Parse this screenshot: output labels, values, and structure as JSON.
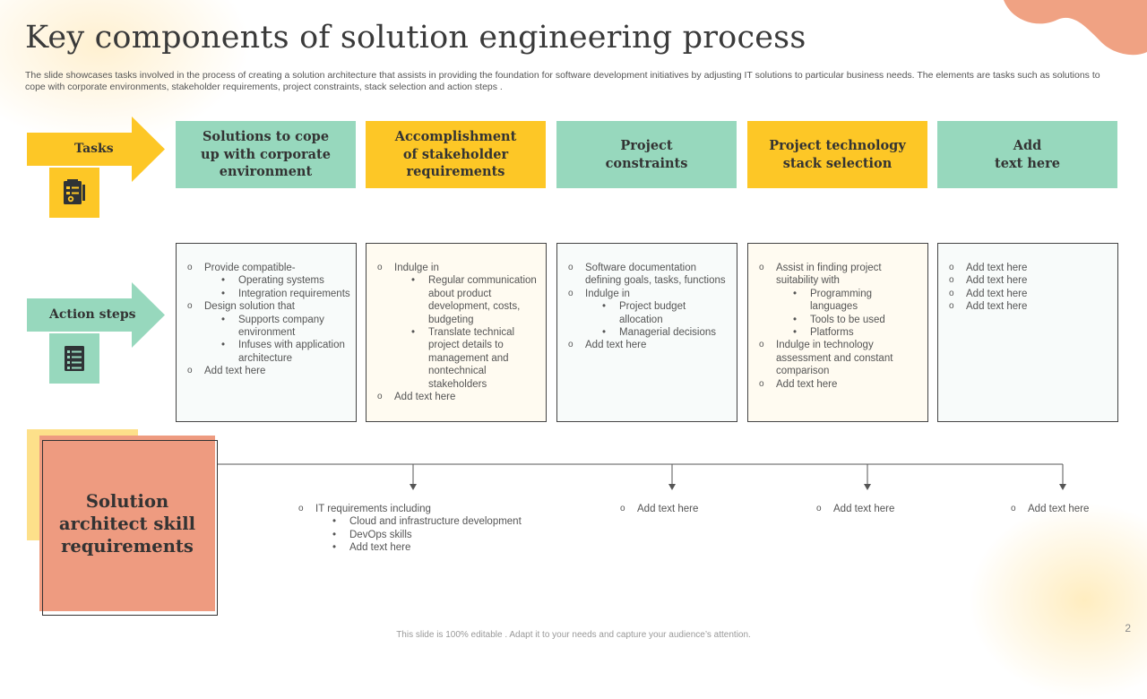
{
  "title": "Key components of solution engineering process",
  "description": "The slide showcases tasks involved in the process of creating a solution architecture that assists in providing the foundation for software development initiatives by adjusting IT solutions to particular business needs. The elements are tasks such as solutions to cope with corporate environments, stakeholder requirements, project constraints, stack selection and action steps .",
  "tasks_label": "Tasks",
  "action_steps_label": "Action steps",
  "columns": [
    {
      "heading": [
        "Solutions to cope",
        "up with corporate",
        "environment"
      ]
    },
    {
      "heading": [
        "Accomplishment",
        "of stakeholder",
        "requirements"
      ]
    },
    {
      "heading": [
        "Project",
        "constraints"
      ]
    },
    {
      "heading": [
        "Project technology",
        "stack selection"
      ]
    },
    {
      "heading": [
        "Add",
        "text here"
      ]
    }
  ],
  "action_items": [
    [
      {
        "text": "Provide compatible-",
        "sub": [
          "Operating systems",
          "Integration requirements"
        ]
      },
      {
        "text": "Design solution that",
        "sub": [
          "Supports company environment",
          "Infuses with application architecture"
        ]
      },
      {
        "text": " Add text here",
        "sub": []
      }
    ],
    [
      {
        "text": "Indulge in",
        "sub": [
          "Regular communication about product development, costs, budgeting",
          "Translate technical project details to management and nontechnical stakeholders"
        ]
      },
      {
        "text": "Add text here",
        "sub": []
      }
    ],
    [
      {
        "text": "Software documentation defining goals, tasks, functions",
        "sub": []
      },
      {
        "text": "Indulge in",
        "sub": [
          "Project budget allocation",
          "Managerial decisions"
        ]
      },
      {
        "text": " Add text here",
        "sub": []
      }
    ],
    [
      {
        "text": "Assist in finding project suitability with",
        "sub": [
          "Programming languages",
          "Tools to be used",
          "Platforms"
        ]
      },
      {
        "text": "Indulge in technology assessment and constant comparison",
        "sub": []
      },
      {
        "text": "Add text here",
        "sub": []
      }
    ],
    [
      {
        "text": "Add text here",
        "sub": []
      },
      {
        "text": "Add text here",
        "sub": []
      },
      {
        "text": "Add text here",
        "sub": []
      },
      {
        "text": "Add text here",
        "sub": []
      }
    ]
  ],
  "skill_title": "Solution architect skill requirements",
  "skill_requirements": [
    [
      {
        "text": "IT requirements including",
        "sub": [
          "Cloud and infrastructure development",
          "DevOps skills",
          "Add text here"
        ]
      }
    ],
    [
      {
        "text": "Add text here",
        "sub": []
      }
    ],
    [
      {
        "text": "Add text here",
        "sub": []
      }
    ],
    [
      {
        "text": "Add text here",
        "sub": []
      }
    ]
  ],
  "footer": "This slide is 100% editable . Adapt it to your needs and capture your audience’s attention.",
  "page_number": "2",
  "colors": {
    "green": "#97d8bd",
    "yellow": "#fdc726",
    "salmon": "#ee9b80",
    "pale_yellow": "#fde08a",
    "dark_icon": "#2f3336"
  },
  "icons": {
    "tasks": "document-checklist-icon",
    "action_steps": "checklist-icon"
  }
}
